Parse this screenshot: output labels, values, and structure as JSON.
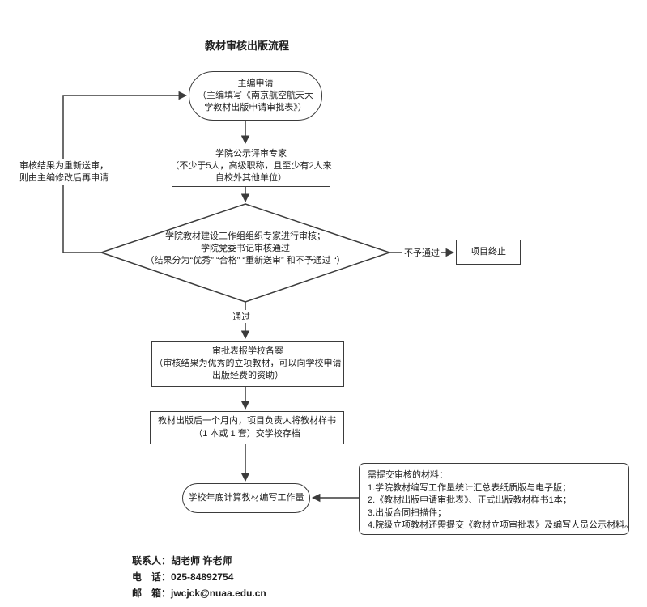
{
  "title": "教材审核出版流程",
  "nodes": {
    "start": {
      "lines": [
        "主编申请",
        "（主编填写《南京航空航天大",
        "学教材出版申请审批表》）"
      ]
    },
    "experts": {
      "lines": [
        "学院公示评审专家",
        "（不少于5人，高级职称，且至少有2人来",
        "自校外其他单位）"
      ]
    },
    "decision": {
      "lines": [
        "学院教材建设工作组组织专家进行审核；",
        "学院党委书记审核通过",
        "（结果分为“优秀” “合格” “重新送审” 和不予通过 “）"
      ]
    },
    "terminate": {
      "label": "项目终止"
    },
    "record": {
      "lines": [
        "审批表报学校备案",
        "（审核结果为优秀的立项教材，可以向学校申请",
        "出版经费的资助）"
      ]
    },
    "archive": {
      "lines": [
        "教材出版后一个月内，项目负责人将教材样书",
        "（1 本或 1 套）交学校存档"
      ]
    },
    "workload": {
      "label": "学校年底计算教材编写工作量"
    }
  },
  "edge_labels": {
    "fail": "不予通过",
    "pass": "通过",
    "resubmit": [
      "审核结果为重新送审，",
      "则由主编修改后再申请"
    ]
  },
  "note": {
    "lines": [
      "需提交审核的材料：",
      "1.学院教材编写工作量统计汇总表纸质版与电子版；",
      "2.《教材出版申请审批表》、正式出版教材样书1本；",
      "3.出版合同扫描件；",
      "4.院级立项教材还需提交《教材立项审批表》及编写人员公示材料。"
    ]
  },
  "contact": {
    "lines": [
      "联系人：胡老师 许老师",
      "电　话：025-84892754",
      "邮　箱：jwcjck@nuaa.edu.cn"
    ]
  },
  "colors": {
    "line": "#3b3b3b",
    "text": "#1f1f1f",
    "background": "#ffffff"
  }
}
